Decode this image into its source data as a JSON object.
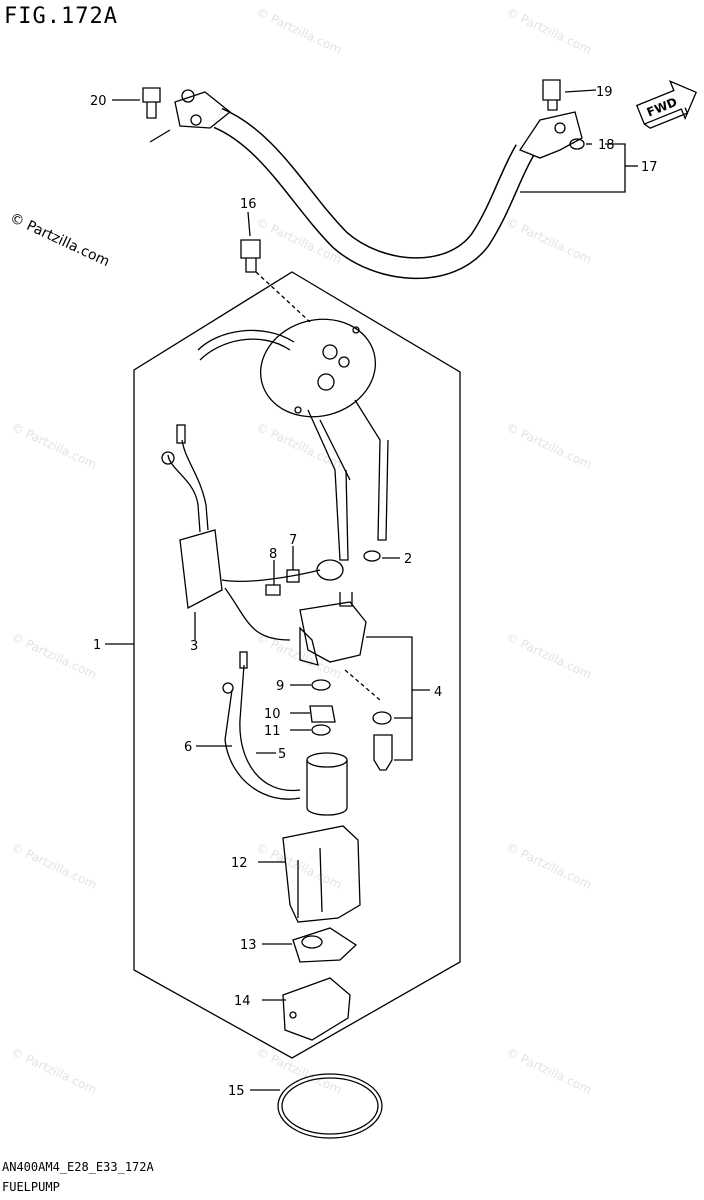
{
  "header": {
    "figure_title": "FIG.172A"
  },
  "footer": {
    "diagram_code": "AN400AM4_E28_E33_172A",
    "diagram_name": "FUELPUMP"
  },
  "copyright": "© Partzilla.com",
  "watermark": "© Partzilla.com",
  "fwd_label": "FWD",
  "callouts": [
    "1",
    "2",
    "3",
    "4",
    "5",
    "6",
    "7",
    "8",
    "9",
    "10",
    "11",
    "12",
    "13",
    "14",
    "15",
    "16",
    "17",
    "18",
    "19",
    "20"
  ]
}
